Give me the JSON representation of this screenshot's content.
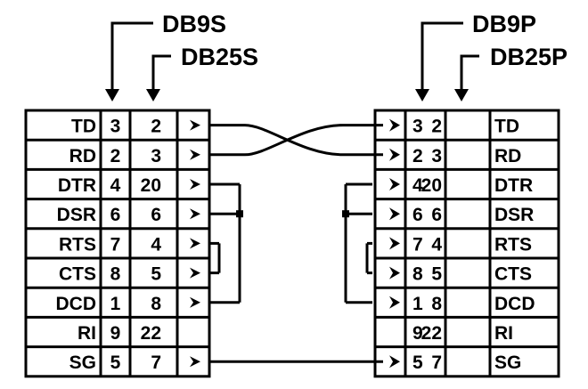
{
  "colors": {
    "ink": "#000000",
    "background": "#ffffff"
  },
  "left": {
    "connector_labels": {
      "db9": "DB9S",
      "db25": "DB25S"
    },
    "rows": [
      {
        "signal": "TD",
        "db9": "3",
        "db25": "2",
        "arrow": true
      },
      {
        "signal": "RD",
        "db9": "2",
        "db25": "3",
        "arrow": true
      },
      {
        "signal": "DTR",
        "db9": "4",
        "db25": "20",
        "arrow": true
      },
      {
        "signal": "DSR",
        "db9": "6",
        "db25": "6",
        "arrow": true
      },
      {
        "signal": "RTS",
        "db9": "7",
        "db25": "4",
        "arrow": true
      },
      {
        "signal": "CTS",
        "db9": "8",
        "db25": "5",
        "arrow": true
      },
      {
        "signal": "DCD",
        "db9": "1",
        "db25": "8",
        "arrow": true
      },
      {
        "signal": "RI",
        "db9": "9",
        "db25": "22",
        "arrow": false
      },
      {
        "signal": "SG",
        "db9": "5",
        "db25": "7",
        "arrow": true
      }
    ]
  },
  "right": {
    "connector_labels": {
      "db9": "DB9P",
      "db25": "DB25P"
    },
    "rows": [
      {
        "signal": "TD",
        "db9": "3",
        "db25": "2",
        "arrow": true
      },
      {
        "signal": "RD",
        "db9": "2",
        "db25": "3",
        "arrow": true
      },
      {
        "signal": "DTR",
        "db9": "4",
        "db25": "20",
        "arrow": true
      },
      {
        "signal": "DSR",
        "db9": "6",
        "db25": "6",
        "arrow": true
      },
      {
        "signal": "RTS",
        "db9": "7",
        "db25": "4",
        "arrow": true
      },
      {
        "signal": "CTS",
        "db9": "8",
        "db25": "5",
        "arrow": true
      },
      {
        "signal": "DCD",
        "db9": "1",
        "db25": "8",
        "arrow": true
      },
      {
        "signal": "RI",
        "db9": "9",
        "db25": "22",
        "arrow": false
      },
      {
        "signal": "SG",
        "db9": "5",
        "db25": "7",
        "arrow": true
      }
    ]
  },
  "connections": [
    {
      "type": "crossover",
      "from": "TD",
      "to": "RD"
    },
    {
      "type": "crossover",
      "from": "RD",
      "to": "TD"
    },
    {
      "type": "loopback",
      "side": "left",
      "signals": [
        "DTR",
        "DSR",
        "DCD"
      ]
    },
    {
      "type": "loopback",
      "side": "left",
      "signals": [
        "RTS",
        "CTS"
      ]
    },
    {
      "type": "loopback",
      "side": "right",
      "signals": [
        "DTR",
        "DSR",
        "DCD"
      ]
    },
    {
      "type": "loopback",
      "side": "right",
      "signals": [
        "RTS",
        "CTS"
      ]
    },
    {
      "type": "straight",
      "from": "SG",
      "to": "SG"
    }
  ]
}
